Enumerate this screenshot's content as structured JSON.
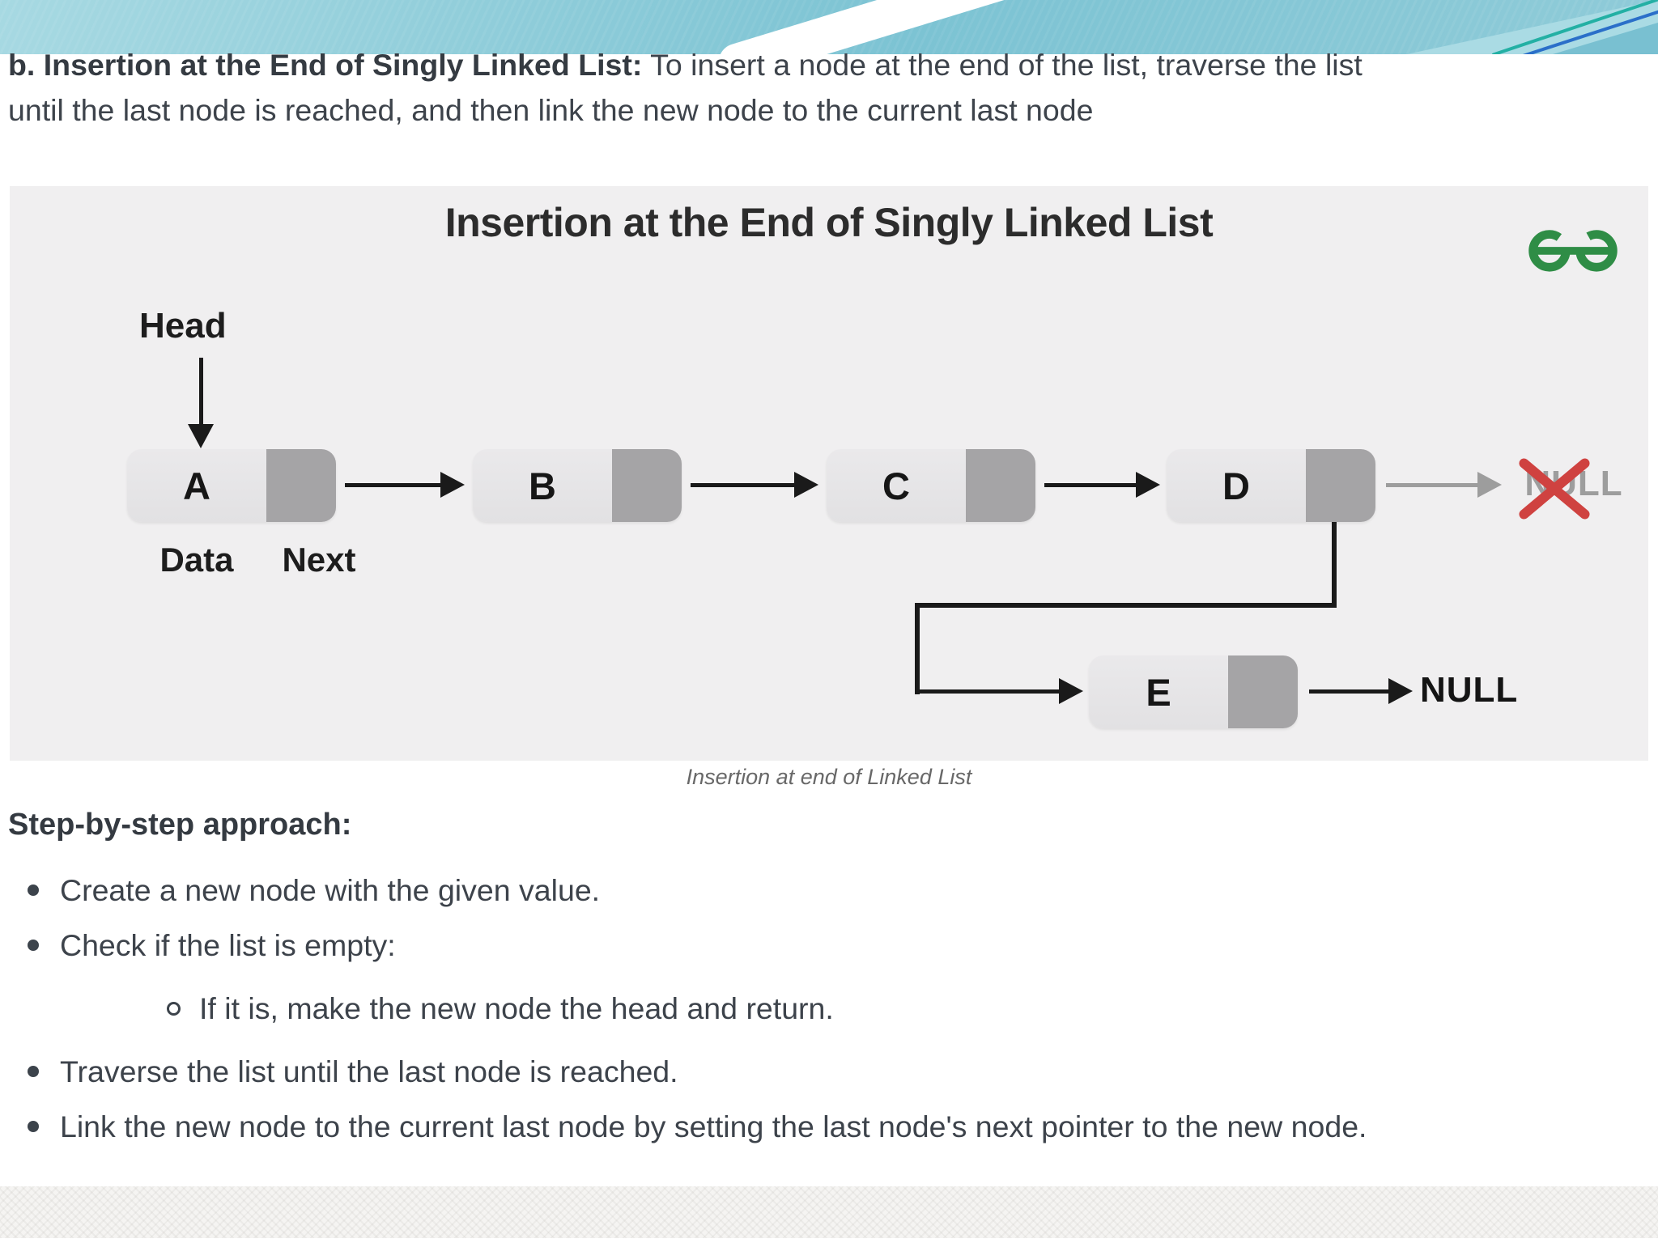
{
  "intro": {
    "lead_bold": "b. Insertion at the End of Singly Linked List:",
    "lead_rest": " To insert a node at the end of the list, traverse the list",
    "line2": "until the last node is reached, and then link the new node to the current last node"
  },
  "diagram": {
    "title": "Insertion at the End of Singly Linked List",
    "head_label": "Head",
    "field_labels": {
      "data": "Data",
      "next": "Next"
    },
    "nodes": [
      "A",
      "B",
      "C",
      "D"
    ],
    "new_node": "E",
    "crossed_null": "NULL",
    "terminal_null": "NULL",
    "caption": "Insertion at end of Linked List",
    "logo_icon": "geeksforgeeks-logo"
  },
  "steps": {
    "heading": "Step-by-step approach:",
    "items": [
      {
        "level": 1,
        "text": "Create a new node with the given value."
      },
      {
        "level": 1,
        "text": "Check if the list is empty:"
      },
      {
        "level": 2,
        "text": "If it is, make the new node the head and return."
      },
      {
        "level": 1,
        "text": "Traverse the list until the last node is reached."
      },
      {
        "level": 1,
        "text": "Link the new node to the current last node by setting the last node's next pointer to the new node."
      }
    ]
  },
  "colors": {
    "band": "#7cc3d3",
    "text": "#3d434b",
    "title": "#2c2c2c",
    "panel_bg": "#f0eff0",
    "node_data_bg": "#e2e1e3",
    "node_next_bg": "#a5a4a6",
    "node_text": "#161616",
    "arrow": "#1a1a1a",
    "faded": "#9d9d9d",
    "null_faded": "#9d9d9d",
    "cross_red": "#cf4240",
    "logo_green": "#2f8d46",
    "caption": "#686868"
  }
}
